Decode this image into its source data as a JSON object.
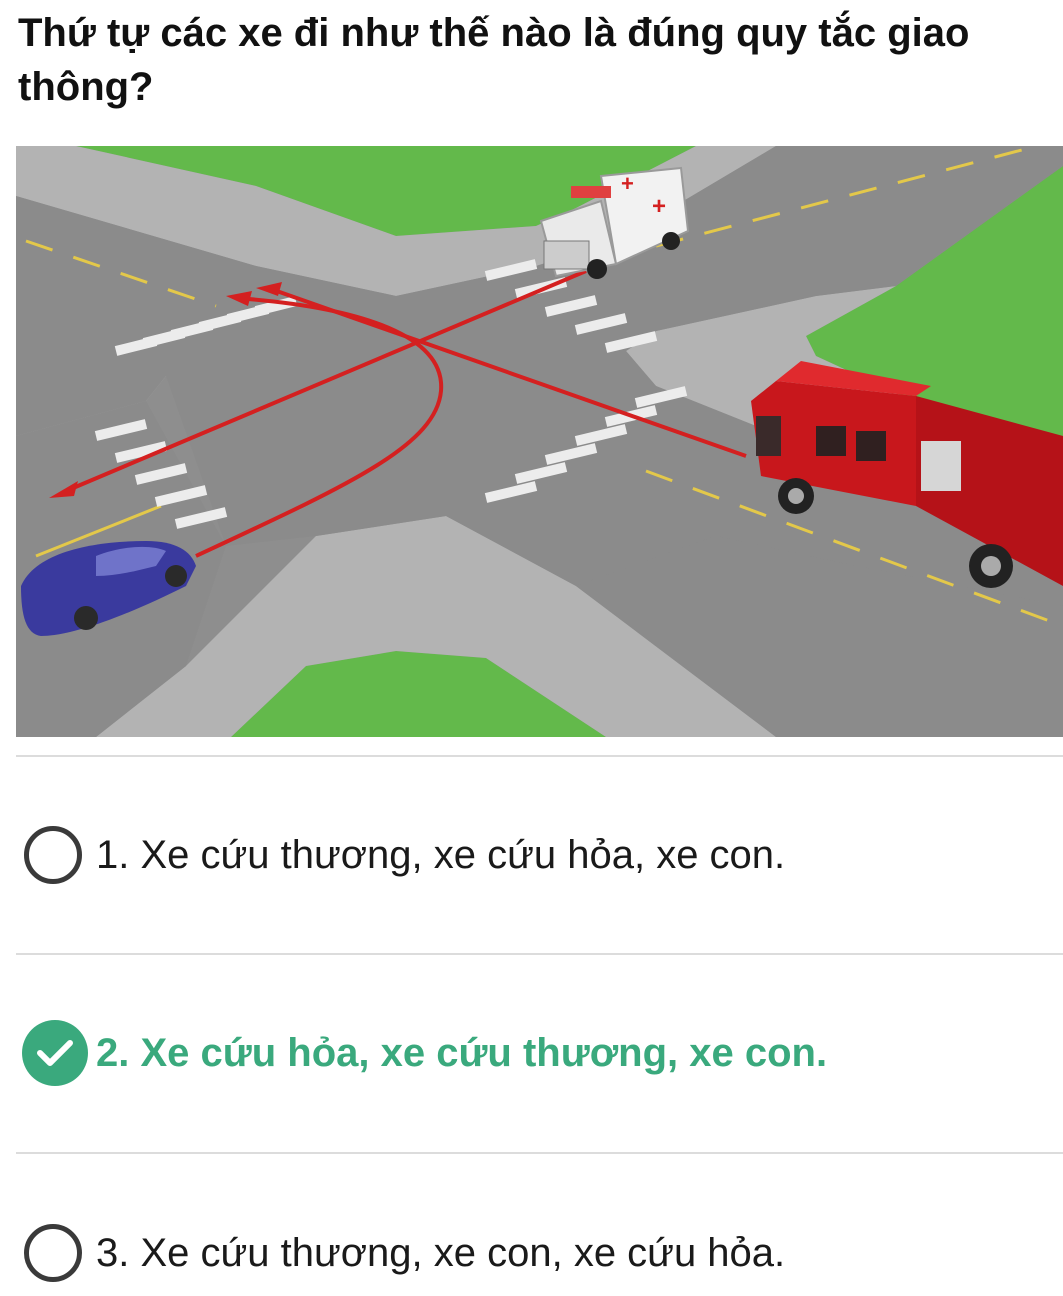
{
  "question": "Thứ tự các xe đi như thế nào là đúng quy tắc giao thông?",
  "scene": {
    "vehicles": [
      "ambulance",
      "fire-truck",
      "car"
    ],
    "colors": {
      "grass": "#62b84a",
      "road": "#8f8f8f",
      "arrow": "#d42020",
      "car": "#3a3a9e",
      "fire_truck": "#c8171c",
      "ambulance": "#f2f2f2"
    }
  },
  "options": [
    {
      "label": "1. Xe cứu thương, xe cứu hỏa, xe con.",
      "state": "unselected",
      "icon": "radio-empty-icon"
    },
    {
      "label": "2. Xe cứu hỏa, xe cứu thương, xe con.",
      "state": "correct",
      "icon": "check-circle-icon"
    },
    {
      "label": "3. Xe cứu thương, xe con, xe cứu hỏa.",
      "state": "unselected",
      "icon": "radio-empty-icon"
    }
  ],
  "colors": {
    "correct": "#3aa97d",
    "text": "#1a1a1a",
    "divider": "#dcdcdc"
  }
}
